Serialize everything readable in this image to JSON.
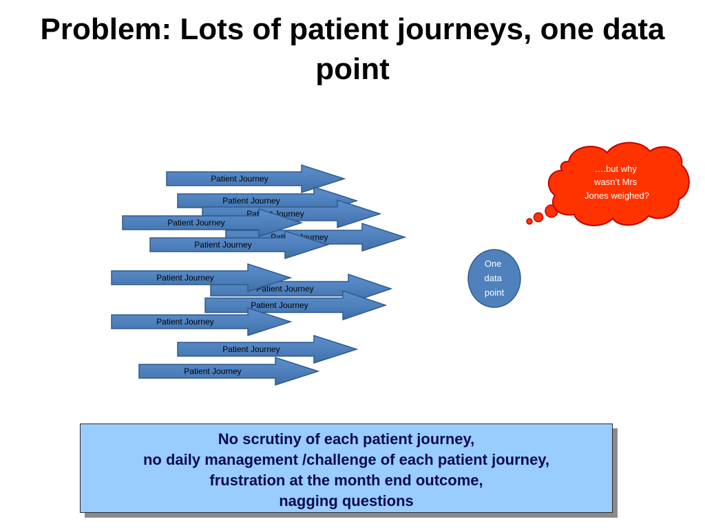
{
  "title": "Problem: Lots of patient journeys, one data point",
  "arrows": [
    {
      "label": "Patient Journey"
    },
    {
      "label": "Patient Journey"
    },
    {
      "label": "Patient Journey"
    },
    {
      "label": "Patient Journey"
    },
    {
      "label": "Patient Journey"
    },
    {
      "label": "Patient Journey"
    },
    {
      "label": "Patient Journey"
    },
    {
      "label": "Patient Journey"
    },
    {
      "label": "Patient Journey"
    },
    {
      "label": "Patient Journey"
    },
    {
      "label": "Patient Journey"
    },
    {
      "label": "Patient Journey"
    }
  ],
  "data_point": {
    "lines": [
      "One",
      "data",
      "point"
    ]
  },
  "thought": {
    "lines": [
      "….but why",
      "wasn’t Mrs",
      "Jones weighed?"
    ]
  },
  "caption": {
    "lines": [
      "No scrutiny of each patient journey,",
      "no daily management /challenge of each patient journey,",
      "frustration at the month end outcome,",
      "nagging questions"
    ]
  },
  "colors": {
    "arrow_fill": "#4f81bd",
    "arrow_stroke": "#2e5a8c",
    "thought_fill": "#ff3300",
    "thought_stroke": "#c00000",
    "caption_bg": "#99ccff"
  }
}
